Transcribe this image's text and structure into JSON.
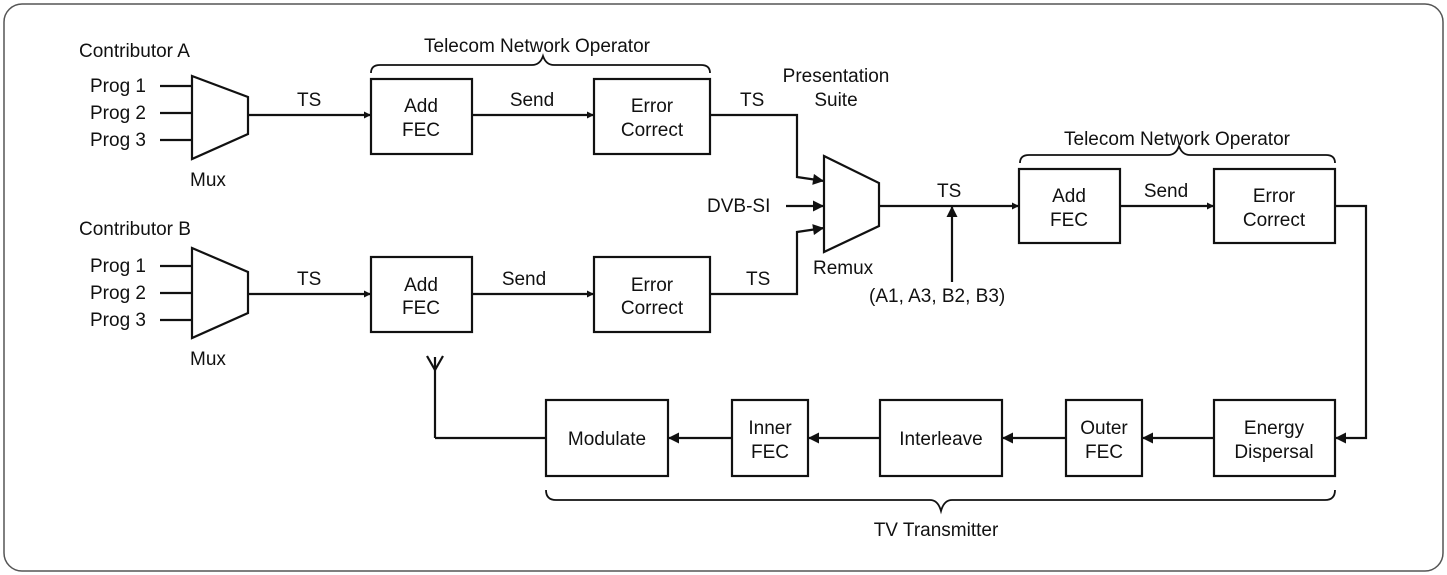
{
  "contributor_a": {
    "title": "Contributor A",
    "programs": [
      "Prog 1",
      "Prog 2",
      "Prog 3"
    ],
    "mux_label": "Mux",
    "ts_label": "TS",
    "add_fec": [
      "Add",
      "FEC"
    ],
    "send_label": "Send",
    "error_correct": [
      "Error",
      "Correct"
    ],
    "ts_out_label": "TS"
  },
  "contributor_b": {
    "title": "Contributor B",
    "programs": [
      "Prog 1",
      "Prog 2",
      "Prog 3"
    ],
    "mux_label": "Mux",
    "ts_label": "TS",
    "add_fec": [
      "Add",
      "FEC"
    ],
    "send_label": "Send",
    "error_correct": [
      "Error",
      "Correct"
    ],
    "ts_out_label": "TS"
  },
  "telecom_operator_1": "Telecom Network Operator",
  "presentation_suite": [
    "Presentation",
    "Suite"
  ],
  "dvb_si": "DVB-SI",
  "remux_label": "Remux",
  "remux_ts_label": "TS",
  "selected_programs": "(A1, A3, B2, B3)",
  "telecom_operator_2": {
    "title": "Telecom Network Operator",
    "add_fec": [
      "Add",
      "FEC"
    ],
    "send_label": "Send",
    "error_correct": [
      "Error",
      "Correct"
    ]
  },
  "transmitter": {
    "title": "TV Transmitter",
    "energy_dispersal": [
      "Energy",
      "Dispersal"
    ],
    "outer_fec": [
      "Outer",
      "FEC"
    ],
    "interleave": "Interleave",
    "inner_fec": [
      "Inner",
      "FEC"
    ],
    "modulate": "Modulate"
  }
}
